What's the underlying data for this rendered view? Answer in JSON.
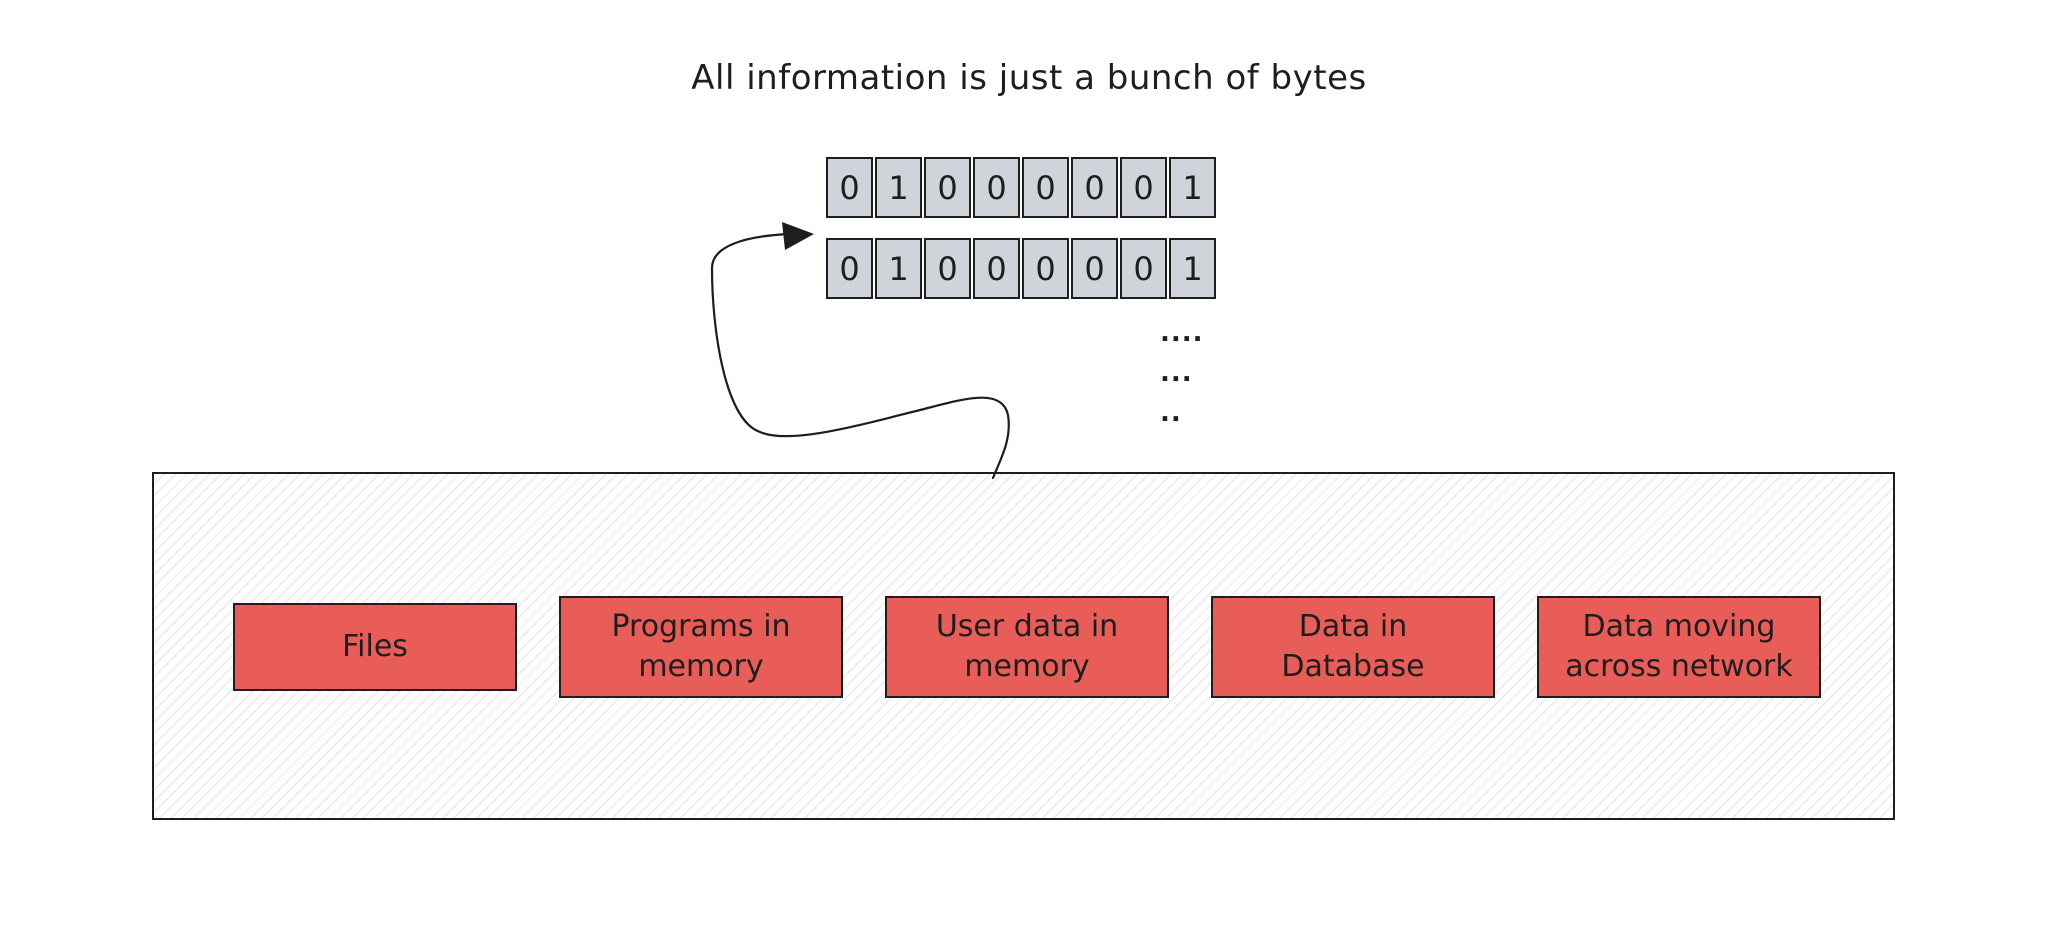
{
  "title": "All information is just a bunch of bytes",
  "byte_rows": [
    {
      "bits": [
        "0",
        "1",
        "0",
        "0",
        "0",
        "0",
        "0",
        "1"
      ]
    },
    {
      "bits": [
        "0",
        "1",
        "0",
        "0",
        "0",
        "0",
        "0",
        "1"
      ]
    }
  ],
  "continuation_dots": [
    "....",
    "...",
    ".."
  ],
  "sources": [
    {
      "label": "Files"
    },
    {
      "label": "Programs in memory"
    },
    {
      "label": "User data in memory"
    },
    {
      "label": "Data in Database"
    },
    {
      "label": "Data moving across network"
    }
  ],
  "colors": {
    "bit_fill": "#ced4da",
    "card_fill": "#e85d57",
    "stroke": "#1e1e1e",
    "hatch": "#e4e4e4"
  }
}
